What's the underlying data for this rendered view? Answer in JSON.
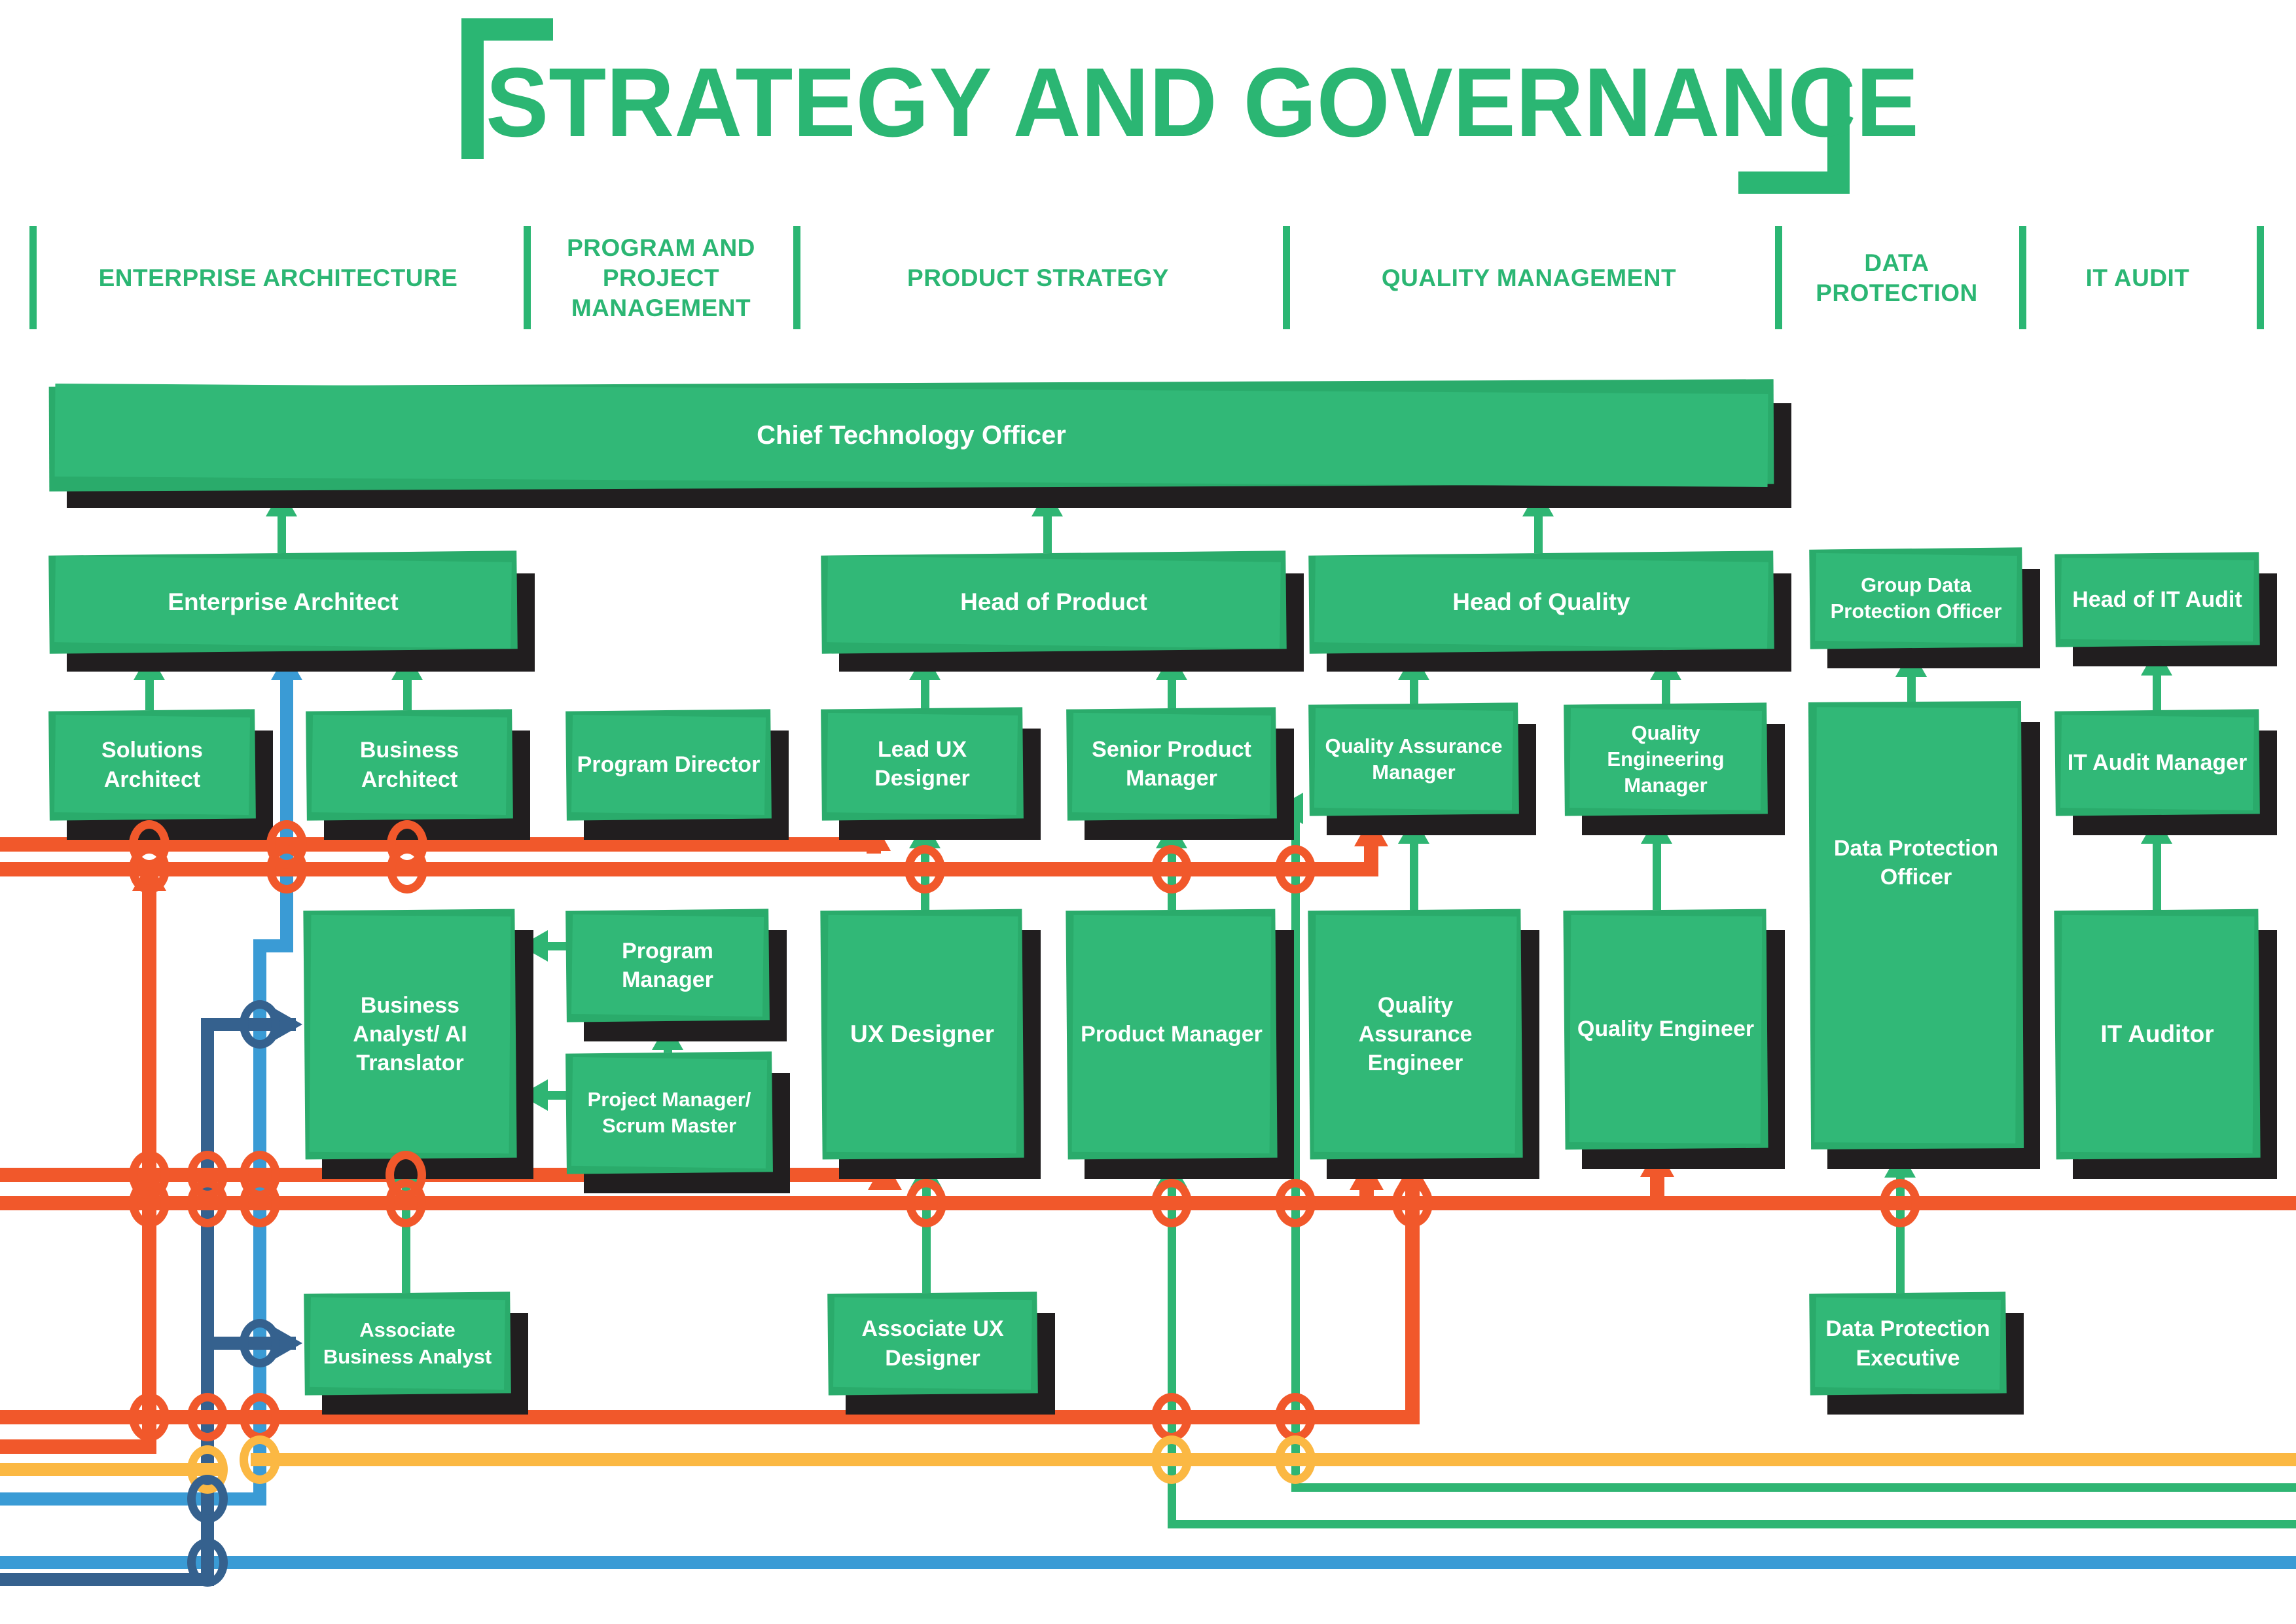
{
  "title": "STRATEGY AND GOVERNANCE",
  "columns": [
    {
      "label": "ENTERPRISE ARCHITECTURE"
    },
    {
      "label": "PROGRAM AND PROJECT MANAGEMENT"
    },
    {
      "label": "PRODUCT STRATEGY"
    },
    {
      "label": "QUALITY MANAGEMENT"
    },
    {
      "label": "DATA PROTECTION"
    },
    {
      "label": "IT AUDIT"
    }
  ],
  "boxes": {
    "cto": {
      "label": "Chief Technology Officer"
    },
    "enterprise_architect": {
      "label": "Enterprise Architect"
    },
    "head_of_product": {
      "label": "Head of Product"
    },
    "head_of_quality": {
      "label": "Head of Quality"
    },
    "group_data_protection_officer": {
      "label": "Group Data Protection Officer"
    },
    "head_of_it_audit": {
      "label": "Head of IT Audit"
    },
    "solutions_architect": {
      "label": "Solutions Architect"
    },
    "business_architect": {
      "label": "Business Architect"
    },
    "program_director": {
      "label": "Program Director"
    },
    "lead_ux_designer": {
      "label": "Lead UX Designer"
    },
    "senior_product_manager": {
      "label": "Senior Product Manager"
    },
    "quality_assurance_manager": {
      "label": "Quality Assurance Manager"
    },
    "quality_engineering_manager": {
      "label": "Quality Engineering Manager"
    },
    "data_protection_officer": {
      "label": "Data Protection Officer"
    },
    "it_audit_manager": {
      "label": "IT Audit Manager"
    },
    "business_analyst_ai_translator": {
      "label": "Business Analyst/ AI Translator"
    },
    "program_manager": {
      "label": "Program Manager"
    },
    "project_manager_scrum_master": {
      "label": "Project Manager/ Scrum Master"
    },
    "ux_designer": {
      "label": "UX Designer"
    },
    "product_manager": {
      "label": "Product Manager"
    },
    "quality_assurance_engineer": {
      "label": "Quality Assurance Engineer"
    },
    "quality_engineer": {
      "label": "Quality Engineer"
    },
    "it_auditor": {
      "label": "IT Auditor"
    },
    "associate_business_analyst": {
      "label": "Associate Business Analyst"
    },
    "associate_ux_designer": {
      "label": "Associate UX Designer"
    },
    "data_protection_executive": {
      "label": "Data Protection Executive"
    }
  },
  "colors": {
    "box_green": "#2FB573",
    "title_green": "#2BB673",
    "orange": "#F1582B",
    "yellow": "#FBB843",
    "light_blue": "#3A9BD5",
    "dark_blue": "#35618E",
    "shadow": "#211E1F"
  }
}
